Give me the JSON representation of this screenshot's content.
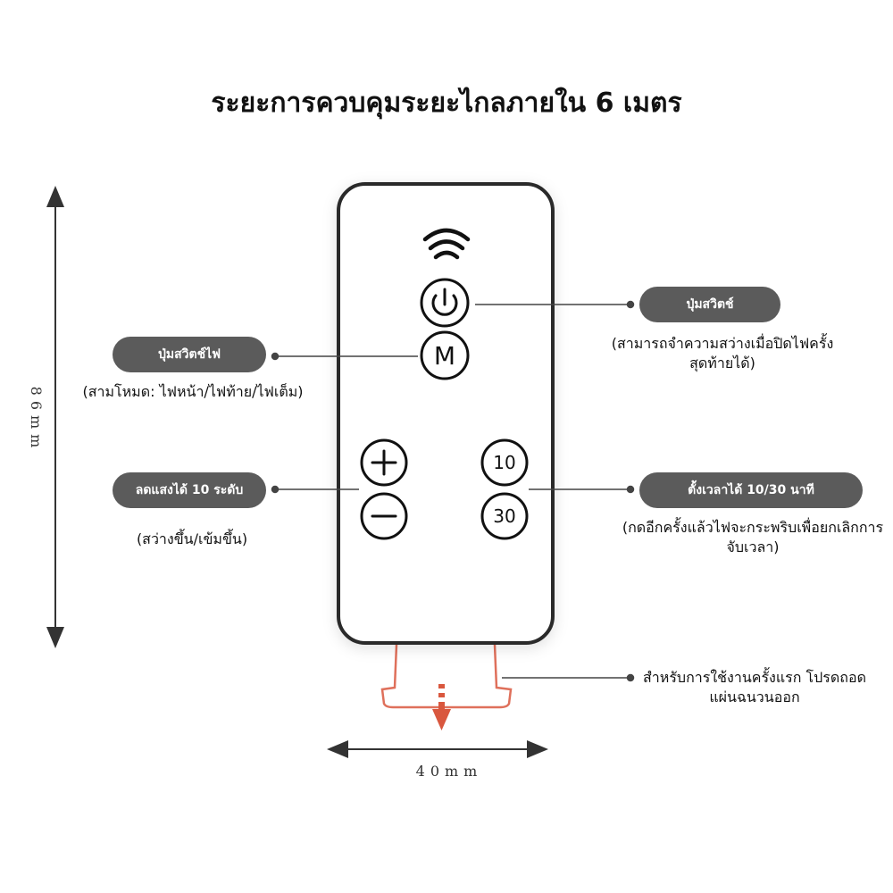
{
  "title": "ระยะการควบคุมระยะไกลภายใน 6 เมตร",
  "dimensions": {
    "height": "86mm",
    "width": "40mm"
  },
  "buttons": {
    "mode": "M",
    "ten": "10",
    "thirty": "30"
  },
  "callouts": {
    "power": {
      "label": "ปุ่มสวิตช์",
      "note": "(สามารถจำความสว่างเมื่อปิดไฟครั้งสุดท้ายได้)"
    },
    "mode": {
      "label": "ปุ่มสวิตช์ไฟ",
      "note": "(สามโหมด: ไฟหน้า/ไฟท้าย/ไฟเต็ม)"
    },
    "dimmer": {
      "label": "ลดแสงได้ 10 ระดับ",
      "note": "(สว่างขึ้น/เข้มขึ้น)"
    },
    "timer": {
      "label": "ตั้งเวลาได้ 10/30 นาที",
      "note": "(กดอีกครั้งแล้วไฟจะกระพริบเพื่อยกเลิกการจับเวลา)"
    },
    "battery": {
      "note": "สำหรับการใช้งานครั้งแรก โปรดถอดแผ่นฉนวนออก"
    }
  },
  "colors": {
    "pill": "#5b5b5b",
    "remote_border": "#2a2a2a",
    "tab_accent": "#d9573e"
  },
  "icons": [
    "signal-icon",
    "power-icon",
    "plus-icon",
    "minus-icon",
    "pull-arrow-icon"
  ]
}
